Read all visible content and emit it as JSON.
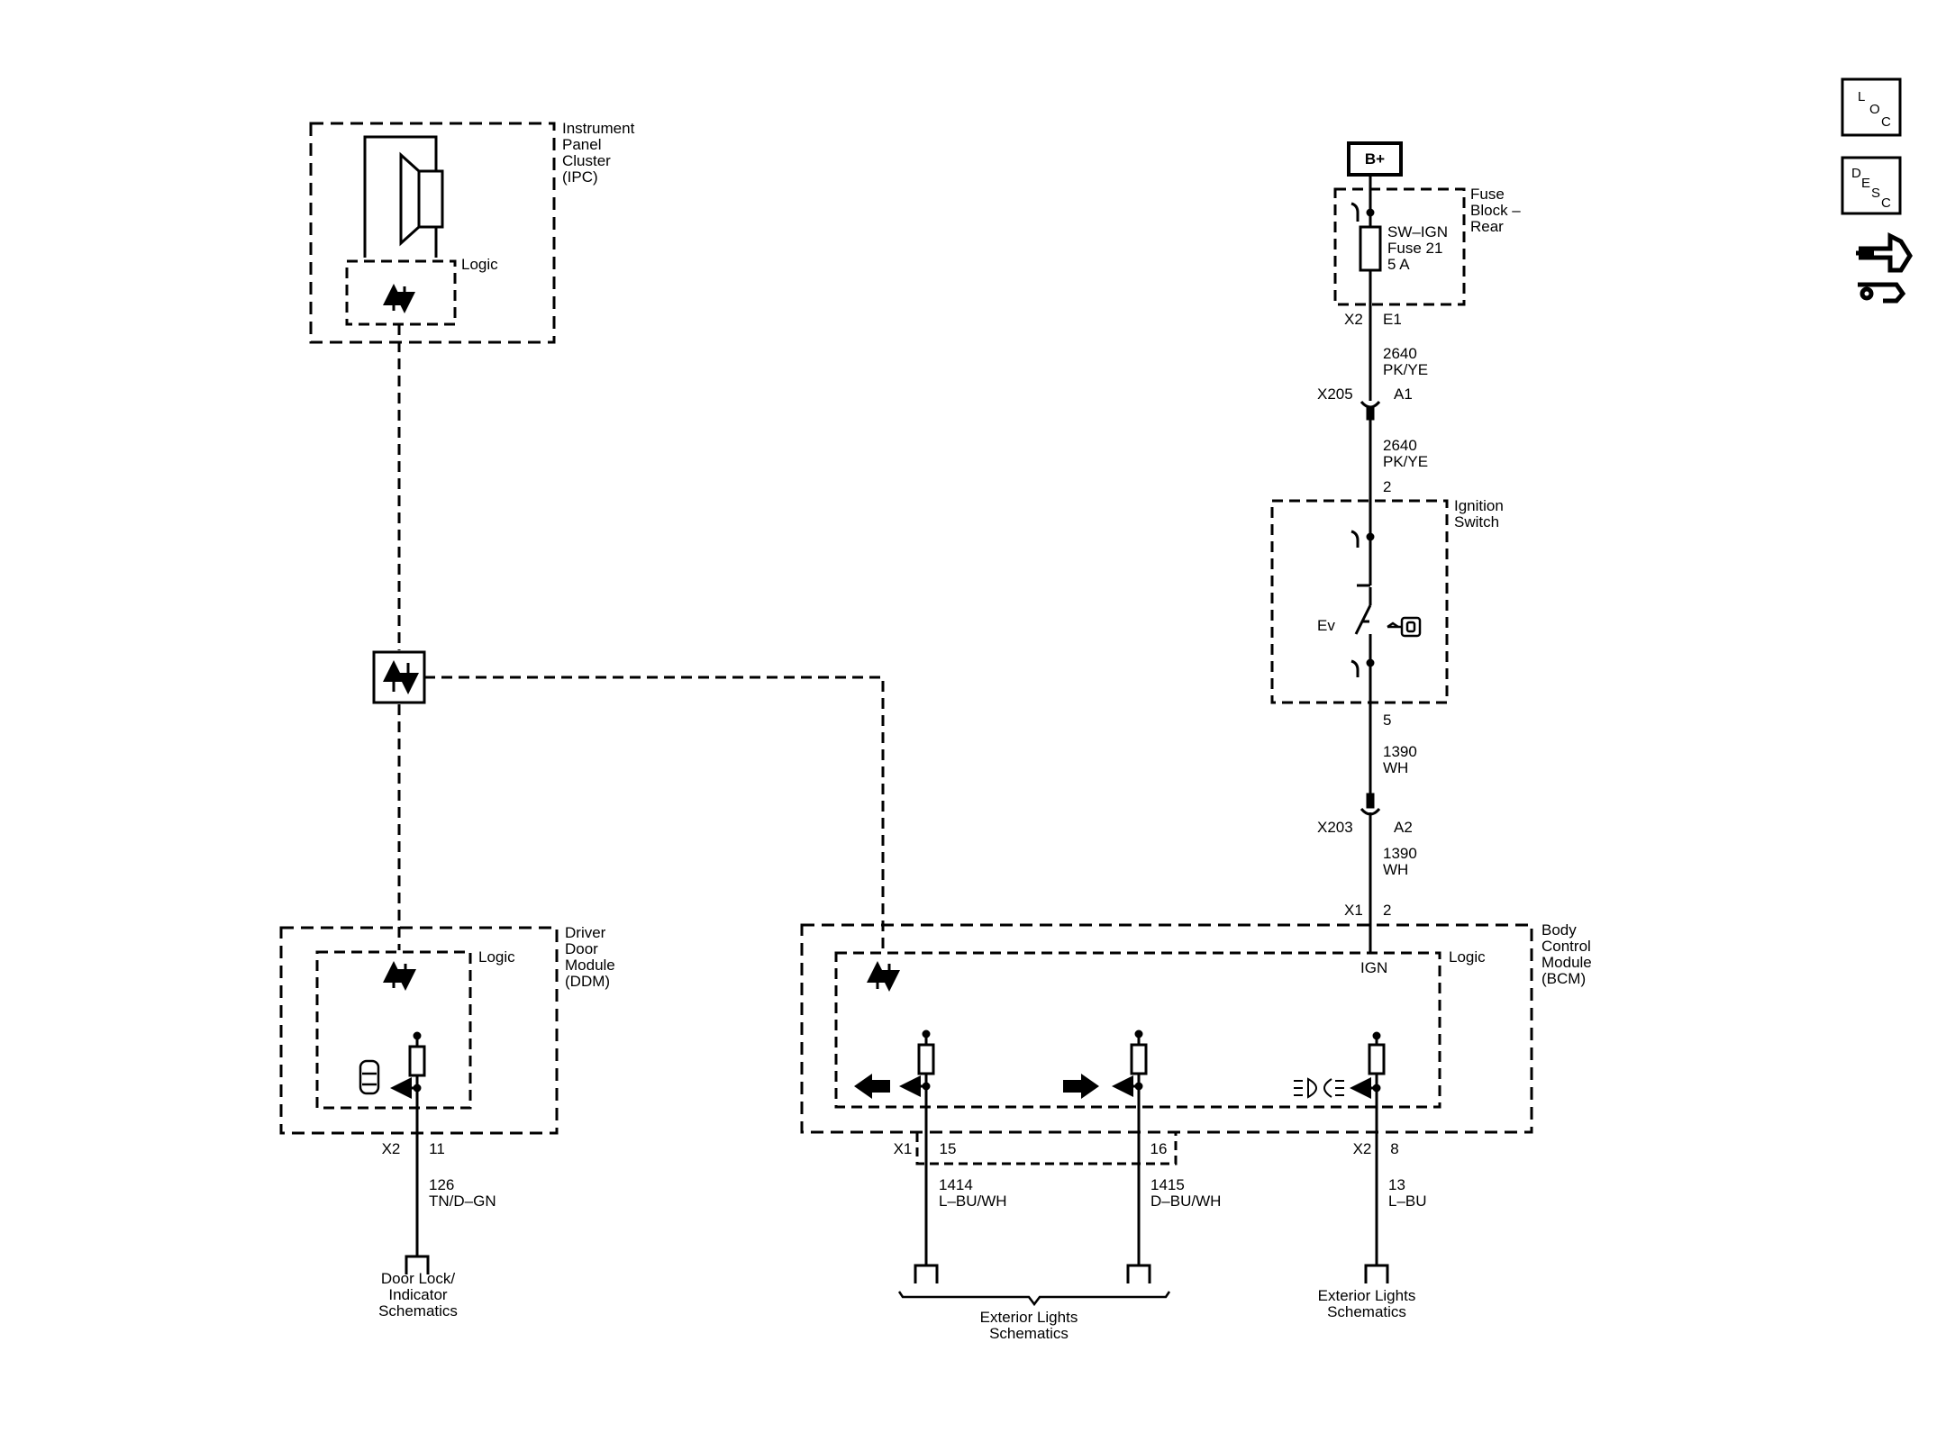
{
  "modules": {
    "ipc": {
      "name_lines": [
        "Instrument",
        "Panel",
        "Cluster",
        "(IPC)"
      ],
      "logic": "Logic"
    },
    "ddm": {
      "name_lines": [
        "Driver",
        "Door",
        "Module",
        "(DDM)"
      ],
      "logic": "Logic"
    },
    "bcm": {
      "name_lines": [
        "Body",
        "Control",
        "Module",
        "(BCM)"
      ],
      "logic": "Logic",
      "ign_label": "IGN"
    },
    "fuse_block": {
      "name_lines": [
        "Fuse",
        "Block –",
        "Rear"
      ],
      "fuse_lines": [
        "SW–IGN",
        "Fuse 21",
        "5 A"
      ]
    },
    "ignition_switch": {
      "name_lines": [
        "Ignition",
        "Switch"
      ],
      "ev_label": "Ev"
    }
  },
  "power": {
    "label": "B+"
  },
  "connectors": {
    "fuse_out": {
      "conn": "X2",
      "pin": "E1"
    },
    "x205": {
      "conn": "X205",
      "pin": "A1"
    },
    "ign_in": {
      "pin": "2"
    },
    "ign_out": {
      "pin": "5"
    },
    "x203": {
      "conn": "X203",
      "pin": "A2"
    },
    "bcm_in": {
      "conn": "X1",
      "pin": "2"
    },
    "ddm_out": {
      "conn": "X2",
      "pin": "11"
    },
    "bcm_x1": {
      "conn": "X1",
      "pin15": "15",
      "pin16": "16"
    },
    "bcm_x2": {
      "conn": "X2",
      "pin": "8"
    }
  },
  "wires": {
    "w2640a": {
      "circuit": "2640",
      "color": "PK/YE"
    },
    "w2640b": {
      "circuit": "2640",
      "color": "PK/YE"
    },
    "w1390a": {
      "circuit": "1390",
      "color": "WH"
    },
    "w1390b": {
      "circuit": "1390",
      "color": "WH"
    },
    "w126": {
      "circuit": "126",
      "color": "TN/D–GN"
    },
    "w1414": {
      "circuit": "1414",
      "color": "L–BU/WH"
    },
    "w1415": {
      "circuit": "1415",
      "color": "D–BU/WH"
    },
    "w13": {
      "circuit": "13",
      "color": "L–BU"
    }
  },
  "destinations": {
    "door_lock": [
      "Door Lock/",
      "Indicator",
      "Schematics"
    ],
    "ext_lights_left": [
      "Exterior Lights",
      "Schematics"
    ],
    "ext_lights_right": [
      "Exterior Lights",
      "Schematics"
    ]
  },
  "side_icons": {
    "loc": [
      "L",
      "O",
      "C"
    ],
    "desc": [
      "D",
      "E",
      "S",
      "C"
    ],
    "connector_icon": "connector-icon"
  }
}
